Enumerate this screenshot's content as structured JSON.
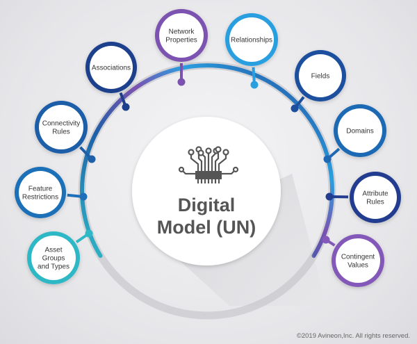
{
  "center": {
    "lines": [
      "Digital",
      "Model (UN)"
    ]
  },
  "nodes": [
    {
      "id": "asset-groups-and-types",
      "lines": [
        "Asset",
        "Groups",
        "and Types"
      ],
      "color": "#2fb8c6"
    },
    {
      "id": "feature-restrictions",
      "lines": [
        "Feature",
        "Restrictions"
      ],
      "color": "#1f6fb8"
    },
    {
      "id": "connectivity-rules",
      "lines": [
        "Connectivity",
        "Rules"
      ],
      "color": "#1e5fa8"
    },
    {
      "id": "associations",
      "lines": [
        "Associations"
      ],
      "color": "#1d3f8c"
    },
    {
      "id": "network-properties",
      "lines": [
        "Network",
        "Properties"
      ],
      "color": "#7b52b0"
    },
    {
      "id": "relationships",
      "lines": [
        "Relationships"
      ],
      "color": "#2a9fe0"
    },
    {
      "id": "fields",
      "lines": [
        "Fields"
      ],
      "color": "#1d4f9e"
    },
    {
      "id": "domains",
      "lines": [
        "Domains"
      ],
      "color": "#1f69b4"
    },
    {
      "id": "attribute-rules",
      "lines": [
        "Attribute",
        "Rules"
      ],
      "color": "#223d8f"
    },
    {
      "id": "contingent-values",
      "lines": [
        "Contingent",
        "Values"
      ],
      "color": "#8458b8"
    }
  ],
  "copyright": "©2019 Avineon,Inc. All rights reserved."
}
